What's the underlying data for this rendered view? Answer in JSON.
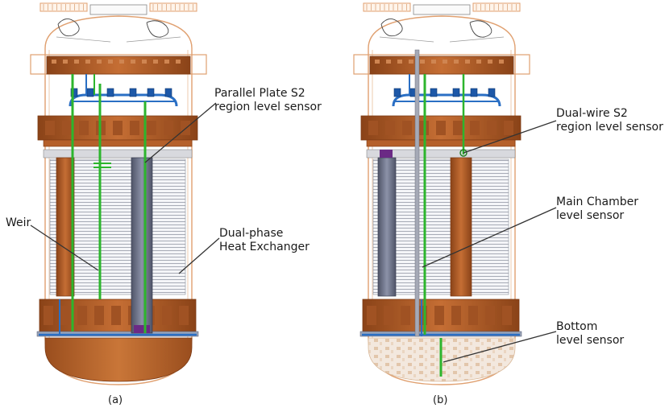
{
  "panels": [
    {
      "caption": "(a)",
      "labels": {
        "parallel_plate": [
          "Parallel Plate S2",
          "region level sensor"
        ],
        "weir": [
          "Weir"
        ],
        "heat_exchanger": [
          "Dual-phase",
          "Heat Exchanger"
        ]
      }
    },
    {
      "caption": "(b)",
      "labels": {
        "dual_wire": [
          "Dual-wire S2",
          "region level sensor"
        ],
        "main_chamber": [
          "Main Chamber",
          "level sensor"
        ],
        "bottom": [
          "Bottom",
          "level sensor"
        ]
      }
    }
  ],
  "colors": {
    "copper": "#b5602a",
    "copper_dark": "#7c3a14",
    "copper_light": "#cf8551",
    "outline": "#e0a070",
    "blue_pipe": "#2a6fc4",
    "green_sensor": "#2db52d",
    "grey_hx": "#6d7388",
    "field_cage": "#b9bcc4",
    "bottom_ghost": "#e8d6c4"
  }
}
